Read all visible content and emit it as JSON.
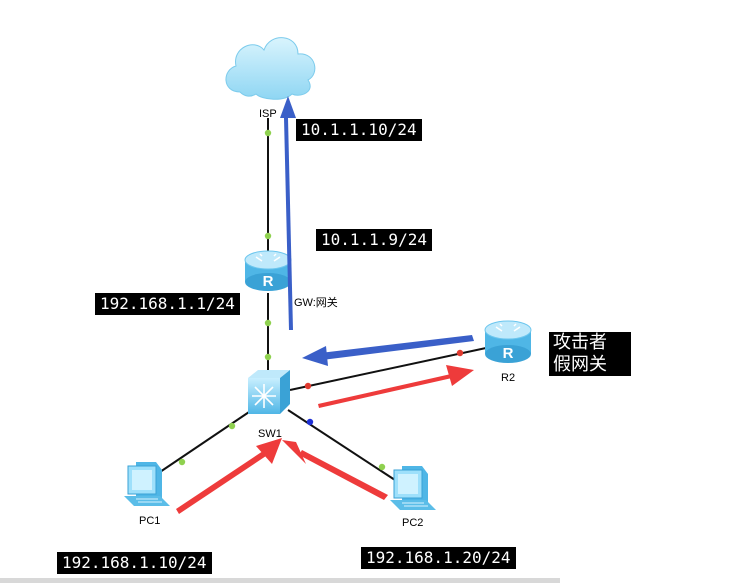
{
  "nodes": {
    "isp": {
      "label": "ISP"
    },
    "gw": {
      "label": "GW:网关",
      "icon_letter": "R"
    },
    "r2": {
      "label": "R2",
      "icon_letter": "R"
    },
    "sw1": {
      "label": "SW1"
    },
    "pc1": {
      "label": "PC1"
    },
    "pc2": {
      "label": "PC2"
    }
  },
  "addresses": {
    "isp": "10.1.1.10/24",
    "gw_wan": "10.1.1.9/24",
    "gw_lan": "192.168.1.1/24",
    "pc1": "192.168.1.10/24",
    "pc2": "192.168.1.20/24"
  },
  "attacker": {
    "line1": "攻击者",
    "line2": "假网关"
  },
  "colors": {
    "blue_arrow": "#3a5fc8",
    "red_arrow": "#ee3b3b",
    "link": "#111111",
    "port_green": "#8fd14f",
    "port_red": "#e03a2f",
    "port_blue": "#1d2fd6",
    "device_fill": "#6cc6ee",
    "device_light": "#bfe9fb"
  }
}
